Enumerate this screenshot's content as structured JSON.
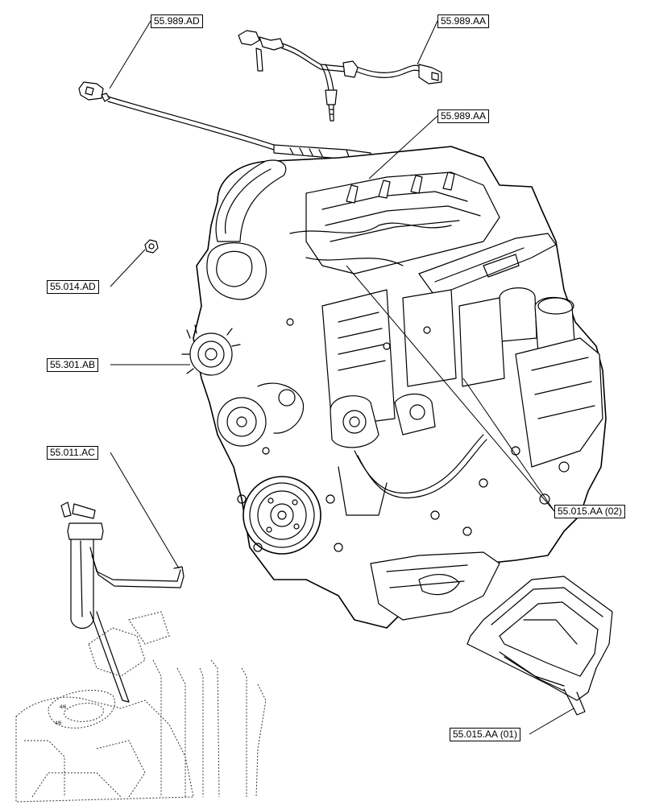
{
  "diagram": {
    "callouts": {
      "ref_55_989_ad": "55.989.AD",
      "ref_55_989_aa_top": "55.989.AA",
      "ref_55_989_aa_mid": "55.989.AA",
      "ref_55_014_ad": "55.014.AD",
      "ref_55_301_ab": "55.301.AB",
      "ref_55_011_ac": "55.011.AC",
      "ref_55_015_aa_02": "55.015.AA (02)",
      "ref_55_015_aa_01": "55.015.AA (01)"
    },
    "tank_markings": [
      "4/6",
      "4/6"
    ]
  }
}
